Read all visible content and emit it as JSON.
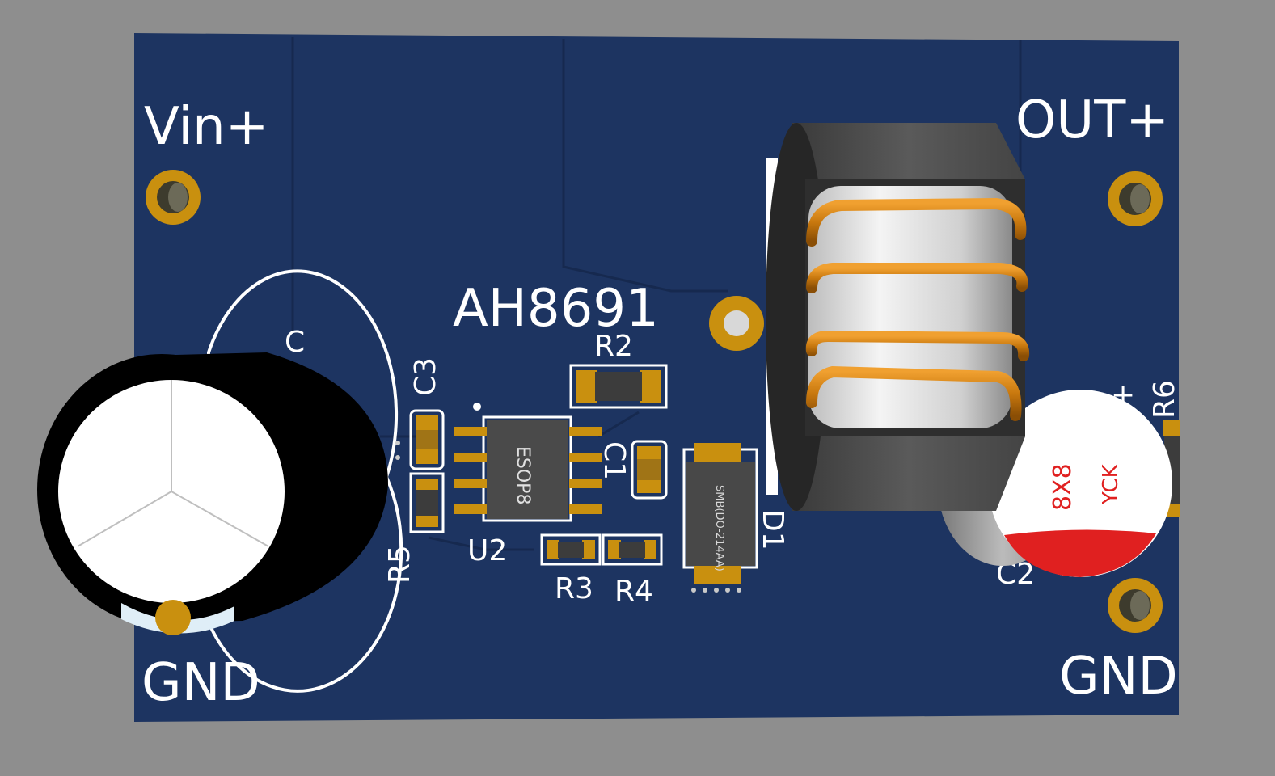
{
  "board": {
    "colors": {
      "background": "#8e8e8e",
      "substrate": "#1d3461",
      "trace": "#16294f",
      "silkscreen": "#ffffff",
      "pad_gold": "#c9900f",
      "copper_wire": "#c8780e",
      "cap_red": "#e02020"
    },
    "labels": {
      "vin": "Vin+",
      "out": "OUT+",
      "gnd_left": "GND",
      "gnd_right": "GND",
      "chip_title": "AH8691"
    },
    "refs": {
      "c": "C",
      "c1": "C1",
      "c2": "C2",
      "c3": "C3",
      "d1": "D1",
      "r2": "R2",
      "r3": "R3",
      "r4": "R4",
      "r5": "R5",
      "r6": "R6",
      "u2": "U2"
    },
    "parts": {
      "ic_package": "ESOP8",
      "diode_package": "SMB(DO-214AA)",
      "cap_size": "8X8",
      "cap_brand": "YCK",
      "cap_polarity": "+"
    },
    "icons": [
      "through-hole-pad-icon",
      "smd-pad-icon",
      "toroid-inductor-icon",
      "electrolytic-capacitor-icon"
    ]
  }
}
